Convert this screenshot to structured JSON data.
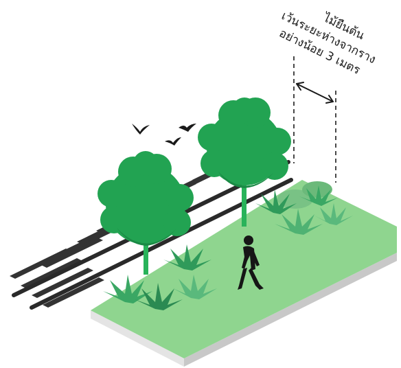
{
  "annotation": {
    "line1": "ไม้ยืนต้น",
    "line2": "เว้นระยะห่างจากราง",
    "line3": "อย่างน้อย 3 เมตร"
  },
  "colors": {
    "platform_top": "#8fd58f",
    "platform_side": "#c9c9c9",
    "platform_front": "#e6e6e6",
    "tree_dark": "#1f9a4d",
    "tree_mid": "#2fb063",
    "trunk": "#28b45a",
    "shrub": "#3aa061",
    "shrub_dark": "#2b8a52",
    "rail": "#3a3a3a",
    "person": "#1a1a1a"
  }
}
